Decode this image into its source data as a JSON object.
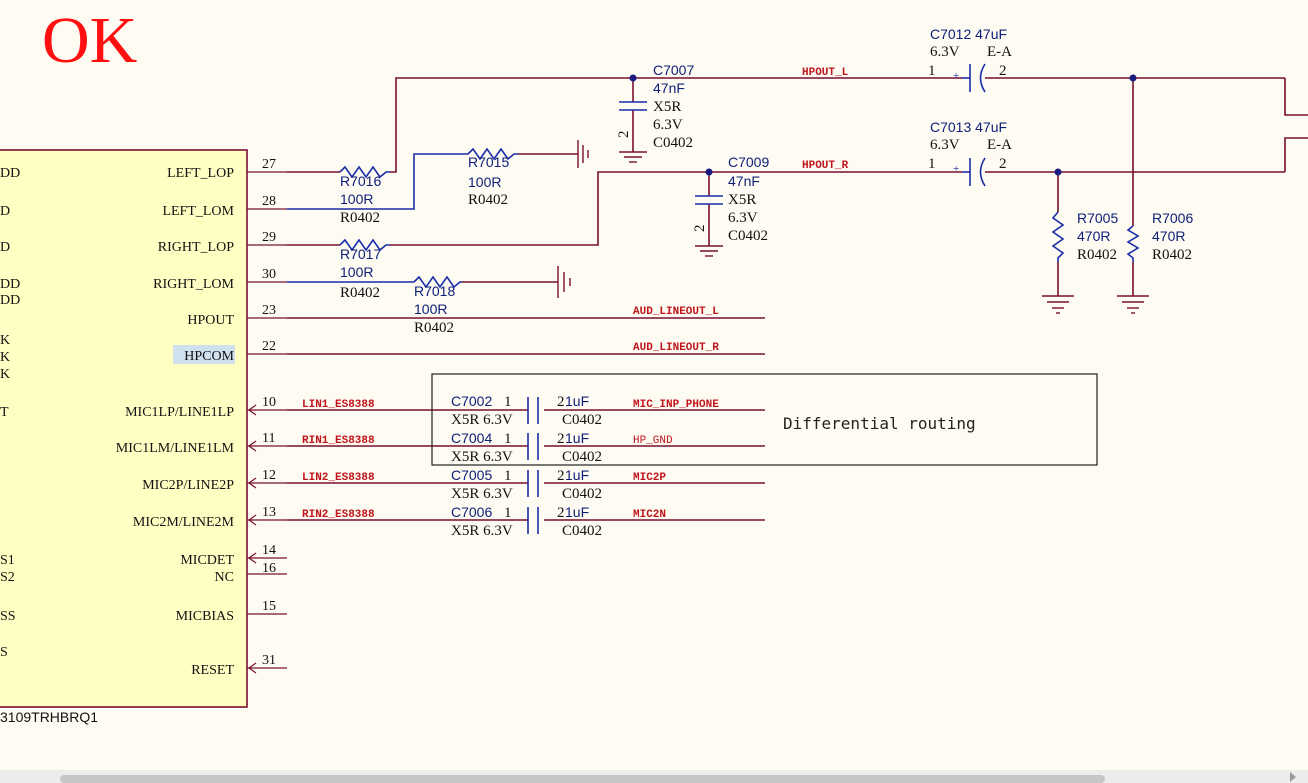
{
  "status": "OK",
  "ic": {
    "part_number": "3109TRHBRQ1",
    "left_fragments": [
      "DD",
      "D",
      "D",
      "DD",
      "DD",
      "K",
      "K",
      "K",
      "T",
      "S1",
      "S2",
      "SS",
      "S"
    ],
    "pins": [
      {
        "name": "LEFT_LOP",
        "num": "27"
      },
      {
        "name": "LEFT_LOM",
        "num": "28"
      },
      {
        "name": "RIGHT_LOP",
        "num": "29"
      },
      {
        "name": "RIGHT_LOM",
        "num": "30"
      },
      {
        "name": "HPOUT",
        "num": "23"
      },
      {
        "name": "HPCOM",
        "num": "22"
      },
      {
        "name": "MIC1LP/LINE1LP",
        "num": "10"
      },
      {
        "name": "MIC1LM/LINE1LM",
        "num": "11"
      },
      {
        "name": "MIC2P/LINE2P",
        "num": "12"
      },
      {
        "name": "MIC2M/LINE2M",
        "num": "13"
      },
      {
        "name": "MICDET",
        "num": "14"
      },
      {
        "name": "NC",
        "num": "16"
      },
      {
        "name": "MICBIAS",
        "num": "15"
      },
      {
        "name": "RESET",
        "num": "31"
      }
    ]
  },
  "resistors": {
    "r7016": {
      "ref": "R7016",
      "val": "100R",
      "pkg": "R0402"
    },
    "r7015": {
      "ref": "R7015",
      "val": "100R",
      "pkg": "R0402"
    },
    "r7017": {
      "ref": "R7017",
      "val": "100R",
      "pkg": "R0402"
    },
    "r7018": {
      "ref": "R7018",
      "val": "100R",
      "pkg": "R0402"
    },
    "r7005": {
      "ref": "R7005",
      "val": "470R",
      "pkg": "R0402"
    },
    "r7006": {
      "ref": "R7006",
      "val": "470R",
      "pkg": "R0402"
    }
  },
  "capacitors": {
    "c7007": {
      "ref": "C7007",
      "val": "47nF",
      "diel": "X5R",
      "volt": "6.3V",
      "pkg": "C0402",
      "p1": "2"
    },
    "c7009": {
      "ref": "C7009",
      "val": "47nF",
      "diel": "X5R",
      "volt": "6.3V",
      "pkg": "C0402",
      "p1": "2"
    },
    "c7012": {
      "ref": "C7012 47uF",
      "volt": "6.3V",
      "type": "E-A",
      "p1": "1",
      "p2": "2",
      "plus": "+"
    },
    "c7013": {
      "ref": "C7013 47uF",
      "volt": "6.3V",
      "type": "E-A",
      "p1": "1",
      "p2": "2",
      "plus": "+"
    },
    "c7002": {
      "ref": "C7002",
      "p1": "1",
      "p2": "2",
      "val": "1uF",
      "spec": "X5R 6.3V",
      "pkg": "C0402"
    },
    "c7004": {
      "ref": "C7004",
      "p1": "1",
      "p2": "2",
      "val": "1uF",
      "spec": "X5R 6.3V",
      "pkg": "C0402"
    },
    "c7005": {
      "ref": "C7005",
      "p1": "1",
      "p2": "2",
      "val": "1uF",
      "spec": "X5R 6.3V",
      "pkg": "C0402"
    },
    "c7006": {
      "ref": "C7006",
      "p1": "1",
      "p2": "2",
      "val": "1uF",
      "spec": "X5R 6.3V",
      "pkg": "C0402"
    }
  },
  "nets": {
    "hpout_l": "HPOUT_L",
    "hpout_r": "HPOUT_R",
    "aud_lineout_l": "AUD_LINEOUT_L",
    "aud_lineout_r": "AUD_LINEOUT_R",
    "lin1": "LIN1_ES8388",
    "rin1": "RIN1_ES8388",
    "lin2": "LIN2_ES8388",
    "rin2": "RIN2_ES8388",
    "mic_inp_phone": "MIC_INP_PHONE",
    "hp_gnd": "HP_GND",
    "mic2p": "MIC2P",
    "mic2n": "MIC2N"
  },
  "note": "Differential routing"
}
